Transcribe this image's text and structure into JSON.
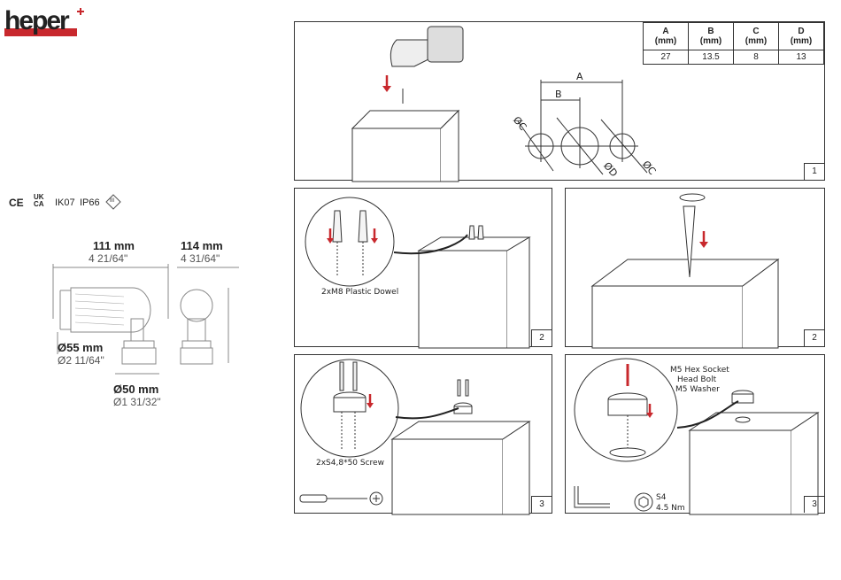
{
  "brand": {
    "logo_text": "heper"
  },
  "certifications": {
    "ce": "CE",
    "ukca_top": "UK",
    "ukca_bottom": "CA",
    "ik": "IK07",
    "ip": "IP66",
    "class": "III"
  },
  "dimensions": {
    "width_mm": "111 mm",
    "width_in": "4 21/64\"",
    "height_mm": "114 mm",
    "height_in": "4 31/64\"",
    "head_dia_mm": "Ø55 mm",
    "head_dia_in": "Ø2 11/64\"",
    "base_dia_mm": "Ø50 mm",
    "base_dia_in": "Ø1 31/32\""
  },
  "panel1": {
    "table": {
      "headers": [
        {
          "letter": "A",
          "unit": "(mm)"
        },
        {
          "letter": "B",
          "unit": "(mm)"
        },
        {
          "letter": "C",
          "unit": "(mm)"
        },
        {
          "letter": "D",
          "unit": "(mm)"
        }
      ],
      "values": [
        "27",
        "13.5",
        "8",
        "13"
      ]
    },
    "label_a": "A",
    "label_b": "B",
    "label_c_left": "ØC",
    "label_d": "ØD",
    "label_c_right": "ØC",
    "number": "1"
  },
  "panel2a": {
    "caption": "2xM8 Plastic Dowel",
    "number": "2"
  },
  "panel2b": {
    "number": "2"
  },
  "panel3a": {
    "caption": "2xS4,8*50 Screw",
    "number": "3"
  },
  "panel3b": {
    "caption_line1": "M5 Hex Socket",
    "caption_line2": "Head Bolt",
    "caption_line3": "M5 Washer",
    "tool_size": "S4",
    "torque": "4.5 Nm",
    "number": "3"
  },
  "colors": {
    "accent_red": "#c8282d",
    "line": "#333333"
  }
}
